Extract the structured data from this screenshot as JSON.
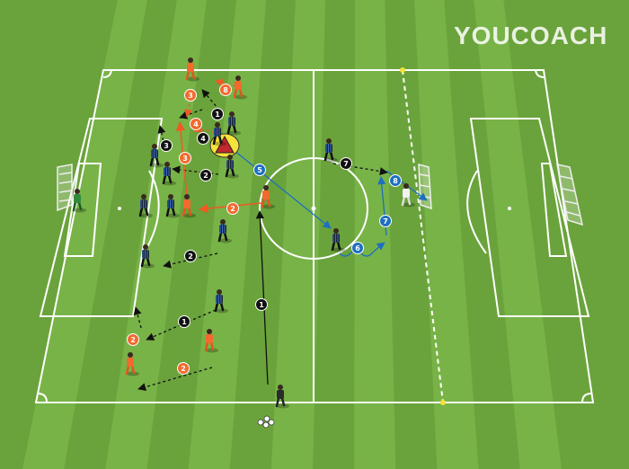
{
  "brand": {
    "logo_text": "YOUCOACH"
  },
  "colors": {
    "grass_light": "#78b347",
    "grass_dark": "#6aa33b",
    "line": "#ffffff",
    "team_orange": "#f26a2e",
    "team_dark": "#1c2433",
    "arrow_black": "#111111",
    "arrow_orange": "#ee5a24",
    "arrow_blue": "#1e6fc0",
    "keeper_green": "#2f8a3a",
    "cone_yellow": "#f5e23a",
    "cone_red": "#c1272d"
  },
  "markers": [
    {
      "id": "m1",
      "label": "1",
      "team": "black"
    },
    {
      "id": "m2",
      "label": "1",
      "team": "black"
    },
    {
      "id": "m3",
      "label": "2",
      "team": "orange"
    },
    {
      "id": "m4",
      "label": "2",
      "team": "orange"
    },
    {
      "id": "m5",
      "label": "2",
      "team": "black"
    },
    {
      "id": "m6",
      "label": "2",
      "team": "black"
    },
    {
      "id": "m7",
      "label": "2",
      "team": "orange"
    },
    {
      "id": "m8",
      "label": "3",
      "team": "orange"
    },
    {
      "id": "m9",
      "label": "3",
      "team": "black"
    },
    {
      "id": "m10",
      "label": "3",
      "team": "orange"
    },
    {
      "id": "m11",
      "label": "4",
      "team": "orange"
    },
    {
      "id": "m12",
      "label": "4",
      "team": "black"
    },
    {
      "id": "m13",
      "label": "5",
      "team": "blue"
    },
    {
      "id": "m14",
      "label": "6",
      "team": "blue"
    },
    {
      "id": "m15",
      "label": "7",
      "team": "blue"
    },
    {
      "id": "m16",
      "label": "7",
      "team": "black"
    },
    {
      "id": "m17",
      "label": "8",
      "team": "blue"
    },
    {
      "id": "m18",
      "label": "8",
      "team": "orange"
    },
    {
      "id": "m19",
      "label": "1",
      "team": "black"
    },
    {
      "id": "m20",
      "label": "3",
      "team": "orange"
    }
  ]
}
